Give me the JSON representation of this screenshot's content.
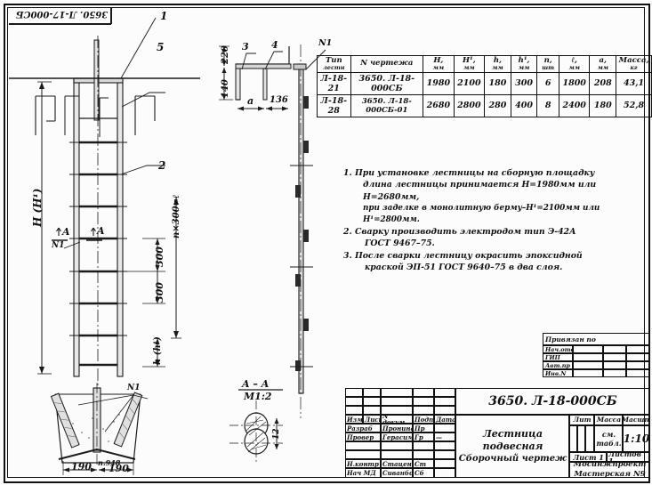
{
  "sheet": {
    "corner_stamp": "3650. Л-17-000СБ"
  },
  "spec_table": {
    "headers": [
      {
        "main": "Тип",
        "sub": "лестн"
      },
      {
        "main": "N чертежа",
        "sub": ""
      },
      {
        "main": "H,",
        "sub": "мм"
      },
      {
        "main": "H¹,",
        "sub": "мм"
      },
      {
        "main": "h,",
        "sub": "мм"
      },
      {
        "main": "h¹,",
        "sub": "мм"
      },
      {
        "main": "n,",
        "sub": "шт"
      },
      {
        "main": "ℓ,",
        "sub": "мм"
      },
      {
        "main": "a,",
        "sub": "мм"
      },
      {
        "main": "Масса,",
        "sub": "кг"
      }
    ],
    "rows": [
      [
        "Л-18-21",
        "3650. Л-18-000СБ",
        "1980",
        "2100",
        "180",
        "300",
        "6",
        "1800",
        "208",
        "43,1"
      ],
      [
        "Л-18-28",
        "3650. Л-18-000СБ-01",
        "2680",
        "2800",
        "280",
        "400",
        "8",
        "2400",
        "180",
        "52,8"
      ]
    ]
  },
  "notes": [
    "1. При установке лестницы на сборную площадку",
    "длина лестницы принимается Н=1980мм или Н=2680мм,",
    "при заделке в монолитную берму–Н¹=2100мм или Н¹=2800мм.",
    "2. Сварку производить электродом тип Э-42А",
    "ГОСТ 9467–75.",
    "3. После сварки лестницу окрасить эпоксидной",
    "краской ЭП-51 ГОСТ 9640–75 в два слоя."
  ],
  "drawing_labels": {
    "leader_1": "1",
    "leader_2": "2",
    "leader_3": "3",
    "leader_4": "4",
    "leader_5": "5",
    "mark_n1_top": "N1",
    "mark_n1_left": "N1",
    "mark_n1_bottom": "N1",
    "dim_height": "H (H¹)",
    "dim_pitch_total": "n×300=ℓ",
    "dim_300_a": "300",
    "dim_300_b": "300",
    "dim_h": "h (h¹)",
    "dim_220": "220",
    "dim_140": "140",
    "dim_a": "a",
    "dim_136": "136",
    "dim_190_left": "190",
    "dim_190_right": "190",
    "dim_n948": "п.948",
    "section_mark_a_left": "A",
    "section_mark_a_right": "A",
    "section_title": "A – A",
    "section_scale": "М1:2",
    "section_dim_12": "12"
  },
  "attach_block": {
    "title": "Привязан по",
    "rows": [
      "Нач.отд",
      "ГИП",
      "Авт.пр",
      "Инв.N"
    ]
  },
  "title_block": {
    "drawing_number": "3650. Л-18-000СБ",
    "name_line1": "Лестница",
    "name_line2": "подвесная",
    "name_line3": "Сборочный чертеж",
    "rev_headers": [
      "Изм",
      "Лист",
      "N докум",
      "Подп",
      "Дата"
    ],
    "signature_rows": [
      {
        "role": "Разраб",
        "name": "Пронина",
        "sign": "Пр",
        "date": ""
      },
      {
        "role": "Провер",
        "name": "Герасимин",
        "sign": "Гр",
        "date": "—"
      },
      {
        "role": "",
        "name": "",
        "sign": "",
        "date": ""
      },
      {
        "role": "",
        "name": "",
        "sign": "",
        "date": ""
      },
      {
        "role": "Н.контр",
        "name": "Стаценок",
        "sign": "Ст",
        "date": ""
      },
      {
        "role": "Нач МД",
        "name": "Сиванбоев",
        "sign": "Сб",
        "date": ""
      }
    ],
    "lit_header": "Лит",
    "mass_header": "Масса",
    "scale_header": "Масшт",
    "mass_value_line1": "см.",
    "mass_value_line2": "табл.",
    "scale_value": "1:10",
    "sheet_label": "Лист 1",
    "sheets_label": "Листов 1",
    "org_line1": "Мосинжпроект",
    "org_line2": "Мастерская N9"
  }
}
